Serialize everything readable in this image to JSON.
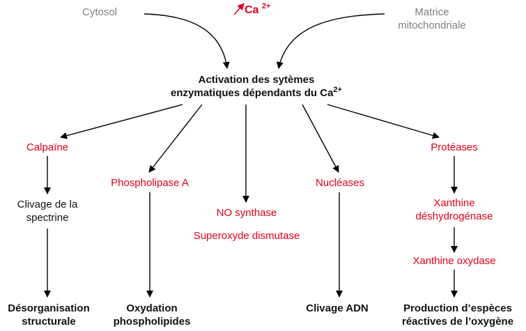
{
  "header": {
    "cytosol": "Cytosol",
    "ca_base": "Ca",
    "ca_sup": "2+",
    "matrice_line1": "Matrice",
    "matrice_line2": "mitochondriale"
  },
  "central": {
    "line1": "Activation des sytèmes",
    "line2": "enzymatiques dépendants du Ca",
    "line2_sup": "2+"
  },
  "branches": {
    "calpaine": "Calpaïne",
    "clivage_spectrine_1": "Clivage de la",
    "clivage_spectrine_2": "spectrine",
    "desorg_1": "Désorganisation",
    "desorg_2": "structurale",
    "phospholipase": "Phospholipase A",
    "oxydation_1": "Oxydation",
    "oxydation_2": "phospholipides",
    "no_synthase": "NO synthase",
    "superoxyde": "Superoxyde dismutase",
    "nucleases": "Nucléases",
    "clivage_adn": "Clivage ADN",
    "proteases": "Protéases",
    "xanthine_dh_1": "Xanthine",
    "xanthine_dh_2": "déshydrogénase",
    "xanthine_ox": "Xanthine oxydase",
    "production_1": "Production d’espèces",
    "production_2": "réactives de l’oxygène"
  },
  "colors": {
    "red": "#e0001b",
    "gray": "#808080",
    "black": "#111111"
  }
}
